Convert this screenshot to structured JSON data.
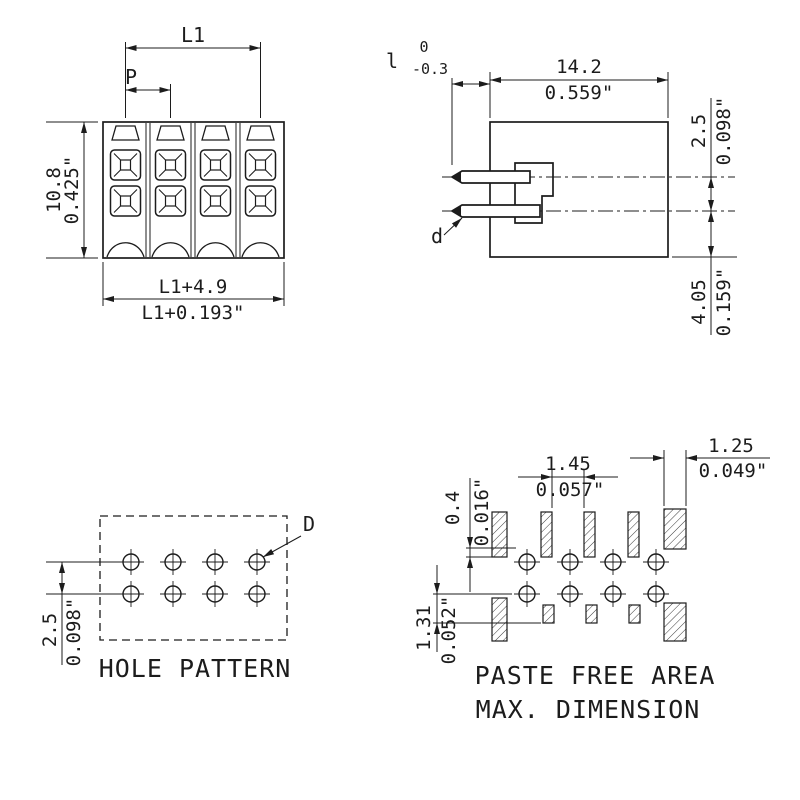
{
  "colors": {
    "line": "#1c1c1c",
    "background": "#ffffff"
  },
  "drawing": {
    "front_view": {
      "dim_l1": "L1",
      "dim_pitch": "P",
      "height_mm": "10.8",
      "height_in": "0.425\"",
      "width_mm": "L1+4.9",
      "width_in": "L1+0.193\""
    },
    "side_view": {
      "pin_len_label": "l",
      "pin_len_tol_upper": "0",
      "pin_len_tol_lower": "-0.3",
      "depth_mm": "14.2",
      "depth_in": "0.559\"",
      "row_pitch_mm": "2.5",
      "row_pitch_in": "0.098\"",
      "pin_label": "d",
      "pin_tail_mm": "4.05",
      "pin_tail_in": "0.159\""
    },
    "hole_pattern": {
      "title": "HOLE PATTERN",
      "hole_dia_label": "D",
      "row_pitch_mm": "2.5",
      "row_pitch_in": "0.098\""
    },
    "paste_free_area": {
      "title_line1": "PASTE FREE AREA",
      "title_line2": "MAX. DIMENSION",
      "pad_width_mm": "1.25",
      "pad_width_in": "0.049\"",
      "pad_gap_mm": "1.45",
      "pad_gap_in": "0.057\"",
      "edge_offset_mm": "0.4",
      "edge_offset_in": "0.016\"",
      "tail_offset_mm": "1.31",
      "tail_offset_in": "0.052\""
    }
  }
}
